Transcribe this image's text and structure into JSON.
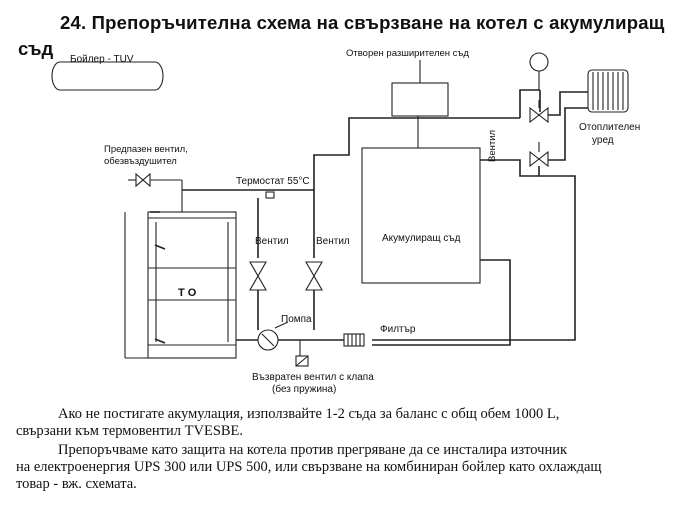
{
  "title_line1": "24. Препоръчителна схема на свързване на котел с акумулиращ",
  "title_line2": "съд",
  "labels": {
    "boiler": "Бойлер - TUV",
    "expansion": "Отворен разширителен съд",
    "safety_valve_1": "Предпазен вентил,",
    "safety_valve_2": "обезвъздушител",
    "thermostat": "Термостат 55°C",
    "radiator_1": "Отоплителен",
    "radiator_2": "уред",
    "valve_right": "Вентил",
    "valve_left": "Вентил",
    "valve_mid": "Вентил",
    "accumulator": "Акумулиращ съд",
    "boiler_unit": "Т О",
    "pump": "Помпа",
    "filter": "Филтър",
    "check_valve_1": "Възвратен вентил с клапа",
    "check_valve_2": "(без пружина)"
  },
  "paragraph1": {
    "line1": "Ако не постигате акумулация, използвайте 1-2 съда за баланс с общ обем 1000 L,",
    "line2": "свързани към термовентил TVESBE."
  },
  "paragraph2": {
    "line1": "Препоръчваме като защита на котела против прегряване да се инсталира източник",
    "line2": "на електроенергия UPS 300 или UPS 500, или свързване на комбиниран бойлер като охлаждащ",
    "line3": "товар - вж. схемата."
  }
}
